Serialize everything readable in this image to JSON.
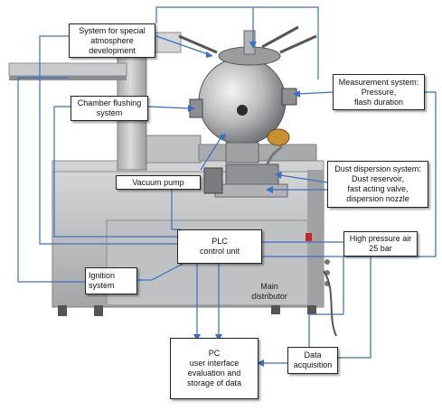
{
  "diagram": {
    "labels": {
      "special_atmosphere": [
        "System for special",
        "atmosphere",
        "development"
      ],
      "chamber_flushing": [
        "Chamber flushing",
        "system"
      ],
      "measurement_system": [
        "Measurement system:",
        "Pressure,",
        "flash duration"
      ],
      "dust_dispersion": [
        "Dust dispersion system:",
        "Dust reservoir,",
        "fast acting valve,",
        "dispersion nozzle"
      ],
      "vacuum_pump": [
        "Vacuum pump"
      ],
      "plc": [
        "PLC",
        "control unit"
      ],
      "high_pressure_air": [
        "High pressure air",
        "25 bar"
      ],
      "ignition": [
        "Ignition",
        "system"
      ],
      "main_distributor": [
        "Main",
        "distributor"
      ],
      "pc": [
        "PC",
        "user interface",
        "evaluation and",
        "storage of data"
      ],
      "data_acquisition": [
        "Data",
        "acquisition"
      ]
    },
    "colors": {
      "connector": "#3a6fc4",
      "machine_steel": "#c4c6c8",
      "machine_dark": "#6e7073",
      "label_border": "#222222"
    }
  }
}
